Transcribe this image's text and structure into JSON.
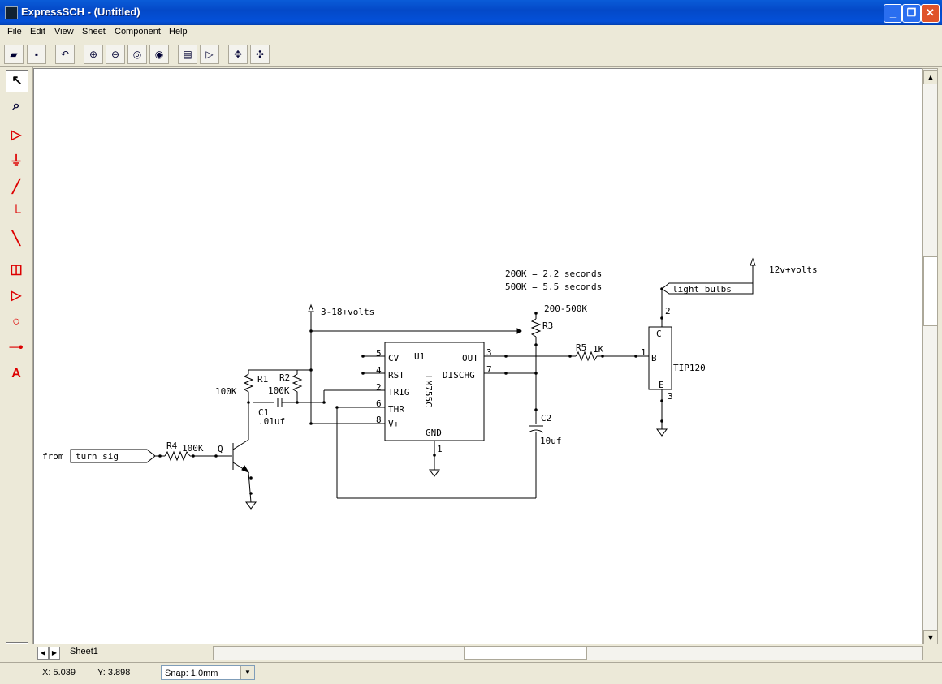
{
  "app": {
    "title": "ExpressSCH - (Untitled)"
  },
  "menu": [
    "File",
    "Edit",
    "View",
    "Sheet",
    "Component",
    "Help"
  ],
  "toolbar": {
    "icons": [
      "open-icon",
      "save-icon",
      "undo-icon",
      "zoom-in-icon",
      "zoom-out-icon",
      "zoom-area-icon",
      "zoom-fit-icon",
      "properties-icon",
      "export-icon",
      "pan-icon",
      "auto-pan-icon"
    ]
  },
  "tools": {
    "icons": [
      "select-arrow-icon",
      "zoom-select-icon",
      "component-icon",
      "ground-icon",
      "wire-icon",
      "bus-icon",
      "line-icon",
      "ic-icon",
      "port-icon",
      "circle-icon",
      "pin-icon",
      "text-icon"
    ]
  },
  "sheet": {
    "tab_label": "Sheet1"
  },
  "status": {
    "x": "X: 5.039",
    "y": "Y: 3.898",
    "snap": "Snap: 1.0mm"
  },
  "schematic": {
    "supply_3_18": "3-18+volts",
    "supply_12": "12v+volts",
    "timing_note_1": "200K = 2.2 seconds",
    "timing_note_2": "500K = 5.5 seconds",
    "r3_value": "200-500K",
    "r3_ref": "R3",
    "r1_ref": "R1",
    "r1_value": "100K",
    "r2_ref": "R2",
    "r2_value": "100K",
    "c1_ref": "C1",
    "c1_value": ".01uf",
    "c2_ref": "C2",
    "c2_value": "10uf",
    "r4_ref": "R4",
    "r4_value": "100K",
    "r5_ref": "R5",
    "r5_value": "1K",
    "q_ref": "Q",
    "u1_ref": "U1",
    "u1_part": "LM755C",
    "pins": {
      "cv": "CV",
      "rst": "RST",
      "trig": "TRIG",
      "thr": "THR",
      "vplus": "V+",
      "out": "OUT",
      "dischg": "DISCHG",
      "gnd": "GND"
    },
    "pin_nums": {
      "p5": "5",
      "p4": "4",
      "p2": "2",
      "p6": "6",
      "p8": "8",
      "p3": "3",
      "p7": "7",
      "p1": "1"
    },
    "input_label_prefix": "from",
    "input_port": "turn sig",
    "output_port": "light bulbs",
    "transistor_part": "TIP120",
    "tip_c": "C",
    "tip_b": "B",
    "tip_e": "E",
    "tip_pin1": "1",
    "tip_pin2": "2",
    "tip_pin3": "3"
  }
}
